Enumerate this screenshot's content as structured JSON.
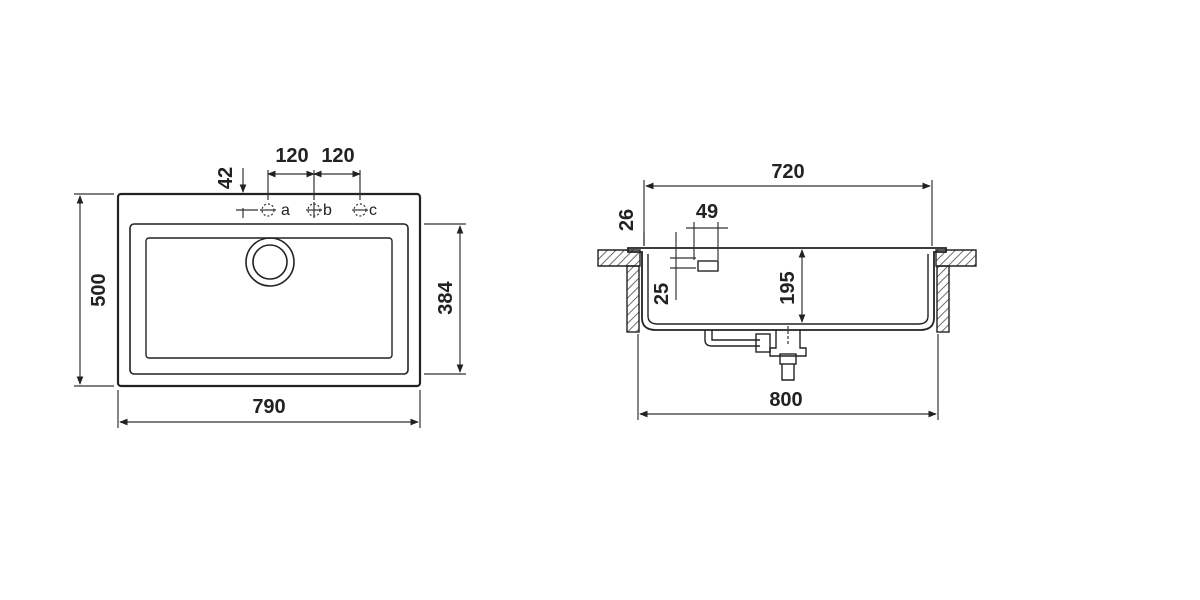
{
  "top_view": {
    "dims": {
      "tap_offset": "42",
      "spacing_ab": "120",
      "spacing_bc": "120",
      "height": "500",
      "width": "790",
      "bowl_height": "384"
    },
    "tap_holes": [
      "a",
      "b",
      "c"
    ]
  },
  "section_view": {
    "dims": {
      "top_width": "720",
      "rim": "26",
      "overflow_width": "49",
      "overflow_offset": "25",
      "depth": "195",
      "cabinet_width": "800"
    }
  },
  "colors": {
    "line": "#222222",
    "hatch": "#555555",
    "background": "#ffffff"
  }
}
